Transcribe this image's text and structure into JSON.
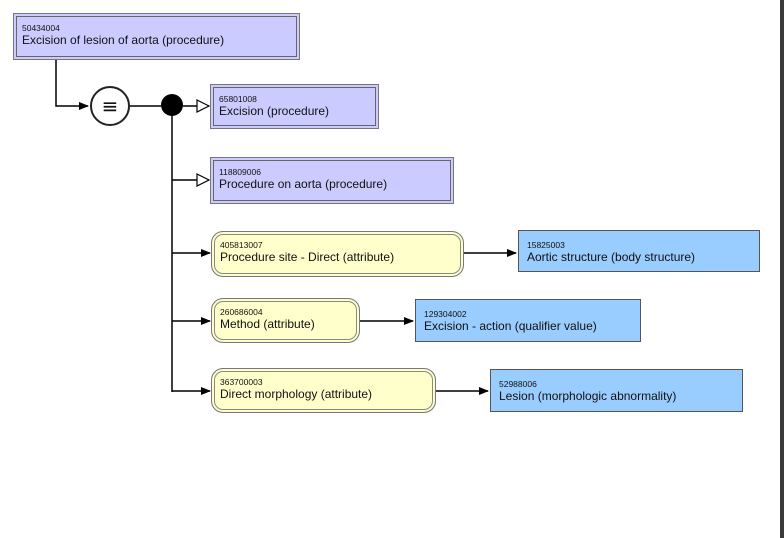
{
  "focus_concept": {
    "code": "50434004",
    "label": "Excision of lesion of aorta (procedure)"
  },
  "definition_operator": {
    "symbol": "≡"
  },
  "parents": [
    {
      "code": "65801008",
      "label": "Excision (procedure)"
    },
    {
      "code": "118809006",
      "label": "Procedure on aorta (procedure)"
    }
  ],
  "relationships": [
    {
      "attribute": {
        "code": "405813007",
        "label": "Procedure site - Direct (attribute)"
      },
      "value": {
        "code": "15825003",
        "label": "Aortic structure (body structure)"
      }
    },
    {
      "attribute": {
        "code": "260686004",
        "label": "Method (attribute)"
      },
      "value": {
        "code": "129304002",
        "label": "Excision - action (qualifier value)"
      }
    },
    {
      "attribute": {
        "code": "363700003",
        "label": "Direct morphology (attribute)"
      },
      "value": {
        "code": "52988006",
        "label": "Lesion (morphologic abnormality)"
      }
    }
  ],
  "colors": {
    "defined_concept": "#cbcbff",
    "value_concept": "#99ccff",
    "attribute": "#ffffcc"
  }
}
